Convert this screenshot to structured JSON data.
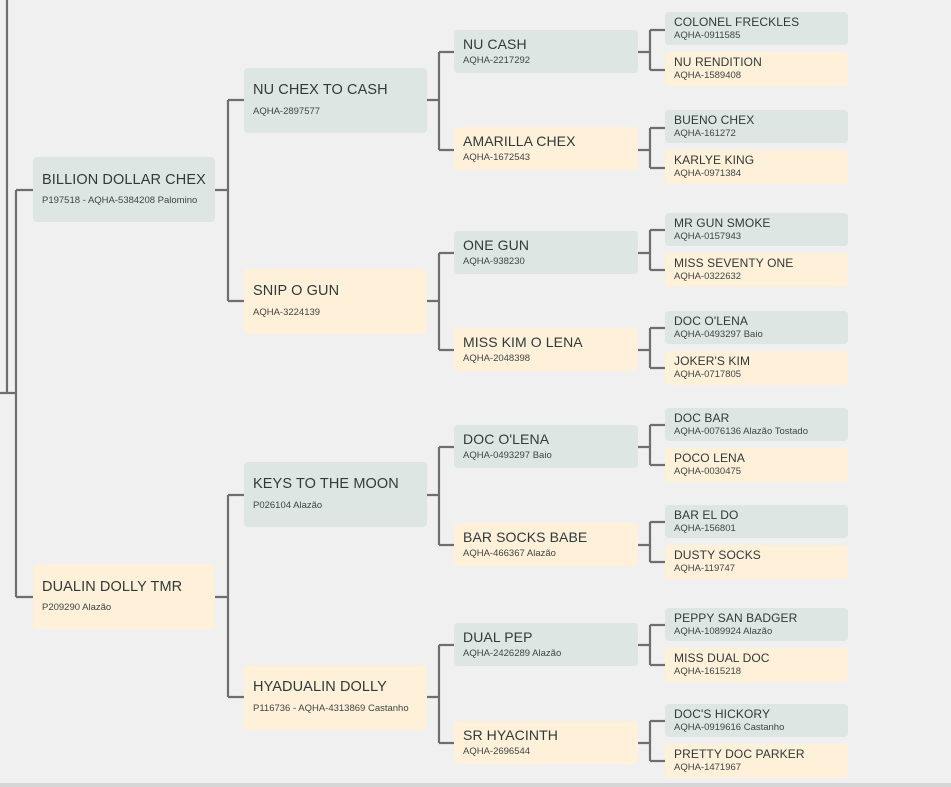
{
  "pedigree": {
    "sire": {
      "name": "BILLION DOLLAR CHEX",
      "reg": "P197518 - AQHA-5384208 Palomino",
      "sire": {
        "name": "NU CHEX TO CASH",
        "reg": "AQHA-2897577",
        "sire": {
          "name": "NU CASH",
          "reg": "AQHA-2217292",
          "sire": {
            "name": "COLONEL FRECKLES",
            "reg": "AQHA-0911585"
          },
          "dam": {
            "name": "NU RENDITION",
            "reg": "AQHA-1589408"
          }
        },
        "dam": {
          "name": "AMARILLA CHEX",
          "reg": "AQHA-1672543",
          "sire": {
            "name": "BUENO CHEX",
            "reg": "AQHA-161272"
          },
          "dam": {
            "name": "KARLYE KING",
            "reg": "AQHA-0971384"
          }
        }
      },
      "dam": {
        "name": "SNIP O GUN",
        "reg": "AQHA-3224139",
        "sire": {
          "name": "ONE GUN",
          "reg": "AQHA-938230",
          "sire": {
            "name": "MR GUN SMOKE",
            "reg": "AQHA-0157943"
          },
          "dam": {
            "name": "MISS SEVENTY ONE",
            "reg": "AQHA-0322632"
          }
        },
        "dam": {
          "name": "MISS KIM O LENA",
          "reg": "AQHA-2048398",
          "sire": {
            "name": "DOC O'LENA",
            "reg": "AQHA-0493297 Baio"
          },
          "dam": {
            "name": "JOKER'S KIM",
            "reg": "AQHA-0717805"
          }
        }
      }
    },
    "dam": {
      "name": "DUALIN DOLLY TMR",
      "reg": "P209290 Alazão",
      "sire": {
        "name": "KEYS TO THE MOON",
        "reg": "P026104 Alazão",
        "sire": {
          "name": "DOC O'LENA",
          "reg": "AQHA-0493297 Baio",
          "sire": {
            "name": "DOC BAR",
            "reg": "AQHA-0076136 Alazão Tostado"
          },
          "dam": {
            "name": "POCO LENA",
            "reg": "AQHA-0030475"
          }
        },
        "dam": {
          "name": "BAR SOCKS BABE",
          "reg": "AQHA-466367 Alazão",
          "sire": {
            "name": "BAR EL DO",
            "reg": "AQHA-156801"
          },
          "dam": {
            "name": "DUSTY SOCKS",
            "reg": "AQHA-119747"
          }
        }
      },
      "dam": {
        "name": "HYADUALIN DOLLY",
        "reg": "P116736 - AQHA-4313869 Castanho",
        "sire": {
          "name": "DUAL PEP",
          "reg": "AQHA-2426289 Alazão",
          "sire": {
            "name": "PEPPY SAN BADGER",
            "reg": "AQHA-1089924 Alazão"
          },
          "dam": {
            "name": "MISS DUAL DOC",
            "reg": "AQHA-1615218"
          }
        },
        "dam": {
          "name": "SR HYACINTH",
          "reg": "AQHA-2696544",
          "sire": {
            "name": "DOC'S HICKORY",
            "reg": "AQHA-0919616 Castanho"
          },
          "dam": {
            "name": "PRETTY DOC PARKER",
            "reg": "AQHA-1471967"
          }
        }
      }
    }
  },
  "colors": {
    "sire_card": "#dde6e2",
    "dam_card": "#fef0d9",
    "connector": "#6e6e6e",
    "background": "#f0f0f0"
  }
}
